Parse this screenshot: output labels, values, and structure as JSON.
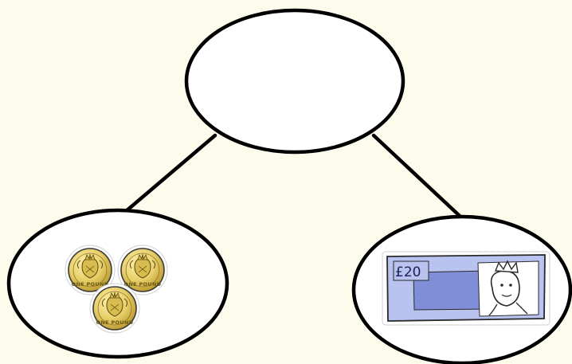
{
  "diagram": {
    "top_node": {
      "content": ""
    },
    "left_node": {
      "item": "coins",
      "coin_count": 3,
      "coin_inscription": "ONE POUND"
    },
    "right_node": {
      "item": "banknote",
      "note_value": "£20"
    },
    "colors": {
      "background": "#fdfbec",
      "stroke": "#000000",
      "coin_gold": "#e8cf6a",
      "note_blue": "#b9c3f0",
      "note_panel": "#7f8ed6"
    }
  }
}
